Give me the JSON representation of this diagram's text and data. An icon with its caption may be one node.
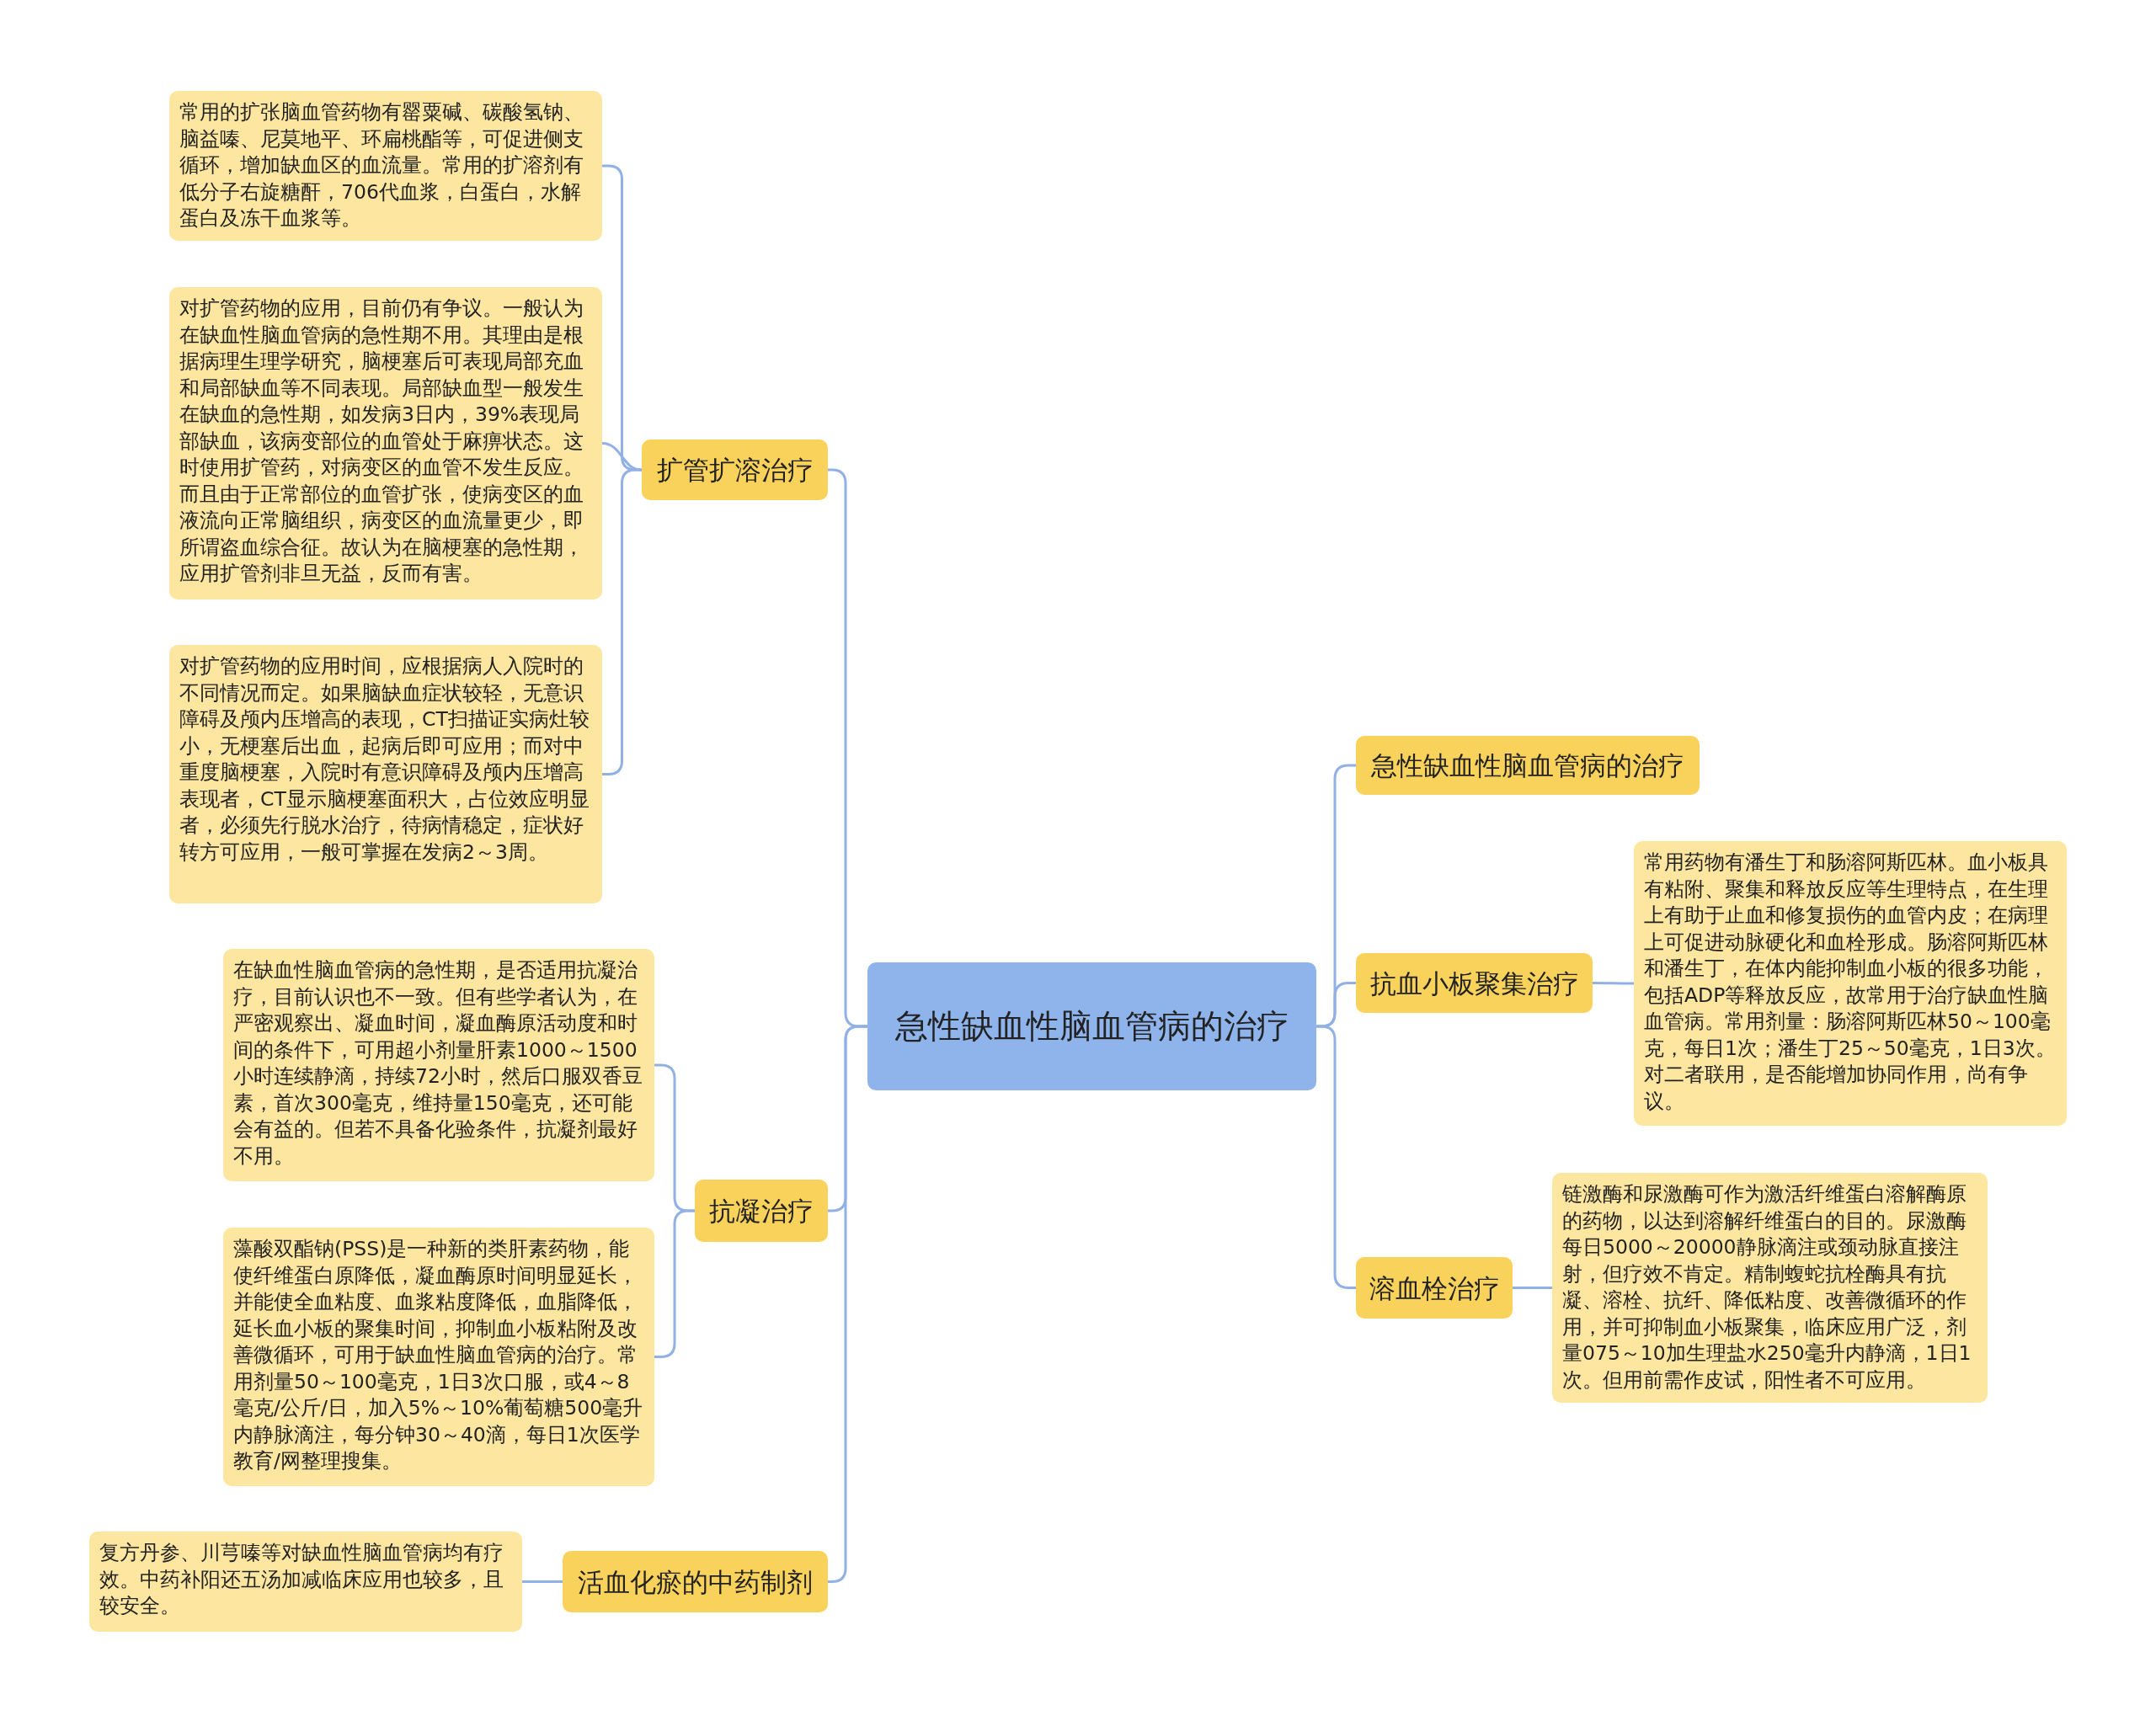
{
  "diagram": {
    "nodes": [
      {
        "text": [
          "急性缺血性脑血管病的治疗"
        ]
      },
      {
        "text": [
          "扩管扩溶治疗"
        ]
      },
      {
        "text": [
          "常用的扩张脑血管药物有罂粟碱、碳酸氢钠、脑益嗪、尼莫地平、环扁桃酯等，可促进侧支循环，增加缺血区的血流量。常用的扩溶剂有低分子右旋糖酐，706代血浆，白蛋白，水解蛋白及冻干血浆等。"
        ]
      },
      {
        "text": [
          "对扩管药物的应用，目前仍有争议。一般认为在缺血性脑血管病的急性期不用。其理由是根据病理生理学研究，脑梗塞后可表现局部充血和局部缺血等不同表现。局部缺血型一般发生在缺血的急性期，如发病3日内，39%表现局部缺血，该病变部位的血管处于麻痹状态。这时使用扩管药，对病变区的血管不发生反应。而且由于正常部位的血管扩张，使病变区的血液流向正常脑组织，病变区的血流量更少，即所谓盗血综合征。故认为在脑梗塞的急性期，应用扩管剂非旦无益，反而有害。"
        ]
      },
      {
        "text": [
          "对扩管药物的应用时间，应根据病人入院时的不同情况而定。如果脑缺血症状较轻，无意识障碍及颅内压增高的表现，CT扫描证实病灶较小，无梗塞后出血，起病后即可应用；而对中重度脑梗塞，入院时有意识障碍及颅内压增高表现者，CT显示脑梗塞面积大，占位效应明显者，必须先行脱水治疗，待病情稳定，症状好转方可应用，一般可掌握在发病2～3周。"
        ]
      },
      {
        "text": [
          "抗凝治疗"
        ]
      },
      {
        "text": [
          "在缺血性脑血管病的急性期，是否适用抗凝治疗，目前认识也不一致。但有些学者认为，在严密观察出、凝血时间，凝血酶原活动度和时间的条件下，可用超小剂量肝素1000～1500小时连续静滴，持续72小时，然后口服双香豆素，首次300毫克，维持量150毫克，还可能会有益的。但若不具备化验条件，抗凝剂最好不用。"
        ]
      },
      {
        "text": [
          "藻酸双酯钠(PSS)是一种新的类肝素药物，能使纤维蛋白原降低，凝血酶原时间明显延长，并能使全血粘度、血浆粘度降低，血脂降低，延长血小板的聚集时间，抑制血小板粘附及改善微循环，可用于缺血性脑血管病的治疗。常用剂量50～100毫克，1日3次口服，或4～8毫克/公斤/日，加入5%～10%葡萄糖500毫升内静脉滴注，每分钟30～40滴，每日1次医学教育/网整理搜集。"
        ]
      },
      {
        "text": [
          "活血化瘀的中药制剂"
        ]
      },
      {
        "text": [
          "复方丹参、川芎嗪等对缺血性脑血管病均有疗效。中药补阳还五汤加减临床应用也较多，且较安全。"
        ]
      },
      {
        "text": [
          "急性缺血性脑血管病的治疗"
        ]
      },
      {
        "text": [
          "抗血小板聚集治疗"
        ]
      },
      {
        "text": [
          "常用药物有潘生丁和肠溶阿斯匹林。血小板具有粘附、聚集和释放反应等生理特点，在生理上有助于止血和修复损伤的血管内皮；在病理上可促进动脉硬化和血栓形成。肠溶阿斯匹林和潘生丁，在体内能抑制血小板的很多功能，包括ADP等释放反应，故常用于治疗缺血性脑血管病。常用剂量：肠溶阿斯匹林50～100毫克，每日1次；潘生丁25～50毫克，1日3次。对二者联用，是否能增加协同作用，尚有争议。"
        ]
      },
      {
        "text": [
          "溶血栓治疗"
        ]
      },
      {
        "text": [
          "链激酶和尿激酶可作为激活纤维蛋白溶解酶原的药物，以达到溶解纤维蛋白的目的。尿激酶每日5000～20000静脉滴注或颈动脉直接注射，但疗效不肯定。精制蝮蛇抗栓酶具有抗凝、溶栓、抗纤、降低粘度、改善微循环的作用，并可抑制血小板聚集，临床应用广泛，剂量075～10加生理盐水250毫升内静滴，1日1次。但用前需作皮试，阳性者不可应用。"
        ]
      }
    ],
    "edges": [
      {
        "from": 0,
        "to": 1,
        "arrow": "none"
      },
      {
        "from": 0,
        "to": 5,
        "arrow": "none"
      },
      {
        "from": 0,
        "to": 8,
        "arrow": "none"
      },
      {
        "from": 0,
        "to": 10,
        "arrow": "none"
      },
      {
        "from": 0,
        "to": 11,
        "arrow": "none"
      },
      {
        "from": 0,
        "to": 13,
        "arrow": "none"
      },
      {
        "from": 1,
        "to": 2,
        "arrow": "none"
      },
      {
        "from": 1,
        "to": 3,
        "arrow": "none"
      },
      {
        "from": 1,
        "to": 4,
        "arrow": "none"
      },
      {
        "from": 5,
        "to": 6,
        "arrow": "none"
      },
      {
        "from": 5,
        "to": 7,
        "arrow": "none"
      },
      {
        "from": 8,
        "to": 9,
        "arrow": "none"
      },
      {
        "from": 11,
        "to": 12,
        "arrow": "none"
      },
      {
        "from": 13,
        "to": 14,
        "arrow": "none"
      }
    ]
  }
}
